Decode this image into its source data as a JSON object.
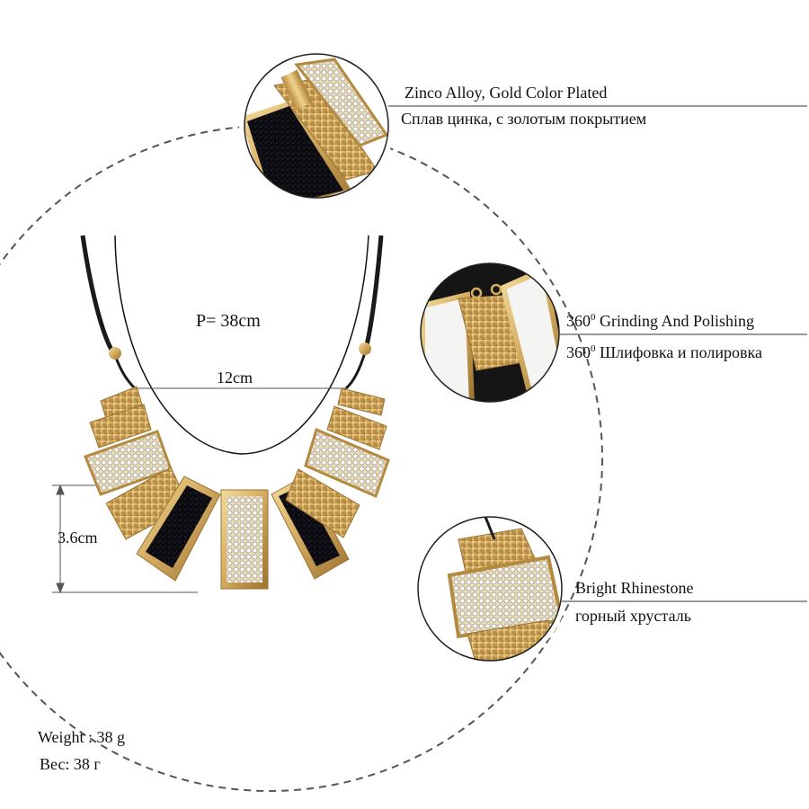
{
  "perimeter": "P= 38cm",
  "width_dim": "12cm",
  "height_dim": "3.6cm",
  "features": [
    {
      "en": "Zinco Alloy, Gold Color Plated",
      "ru": "Сплав цинка, с золотым покрытием"
    },
    {
      "en_sup": "0",
      "en": "Grinding And Polishing",
      "en_num": "360",
      "ru_num": "360",
      "ru_sup": "0",
      "ru": "Шлифовка и полировка"
    },
    {
      "en": "Bright Rhinestone",
      "ru": "горный хрусталь"
    }
  ],
  "weight_en": "Weight : 38 g",
  "weight_ru": "Вес: 38 г",
  "colors": {
    "gold": "#d6ae62",
    "gold_dark": "#a67c34",
    "enamel": "#0c0c10",
    "white_enamel": "#f4f4f2",
    "cord": "#1a1a1a"
  },
  "icons": [
    "necklace-image",
    "zoom-circle-alloy",
    "zoom-circle-polishing",
    "zoom-circle-rhinestone"
  ]
}
